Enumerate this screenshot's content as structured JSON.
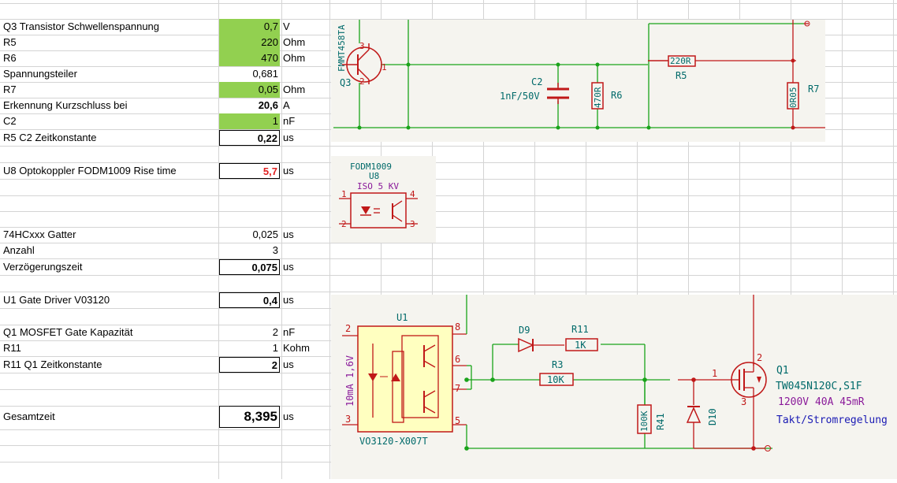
{
  "rows": [
    {
      "label": "Q3 Transistor Schwellenspannung",
      "value": "0,7",
      "unit": "V",
      "style": "green"
    },
    {
      "label": "R5",
      "value": "220",
      "unit": "Ohm",
      "style": "green"
    },
    {
      "label": "R6",
      "value": "470",
      "unit": "Ohm",
      "style": "green"
    },
    {
      "label": "Spannungsteiler",
      "value": "0,681",
      "unit": "",
      "style": "plain"
    },
    {
      "label": "R7",
      "value": "0,05",
      "unit": "Ohm",
      "style": "green"
    },
    {
      "label": "Erkennung Kurzschluss bei",
      "value": "20,6",
      "unit": "A",
      "style": "bold"
    },
    {
      "label": "C2",
      "value": "1",
      "unit": "nF",
      "style": "green"
    },
    {
      "label": "R5 C2 Zeitkonstante",
      "value": "0,22",
      "unit": "us",
      "style": "box"
    },
    {
      "label": "U8 Optokoppler FODM1009 Rise time",
      "value": "5,7",
      "unit": "us",
      "style": "box-red"
    },
    {
      "label": "74HCxxx Gatter",
      "value": "0,025",
      "unit": "us",
      "style": "plain"
    },
    {
      "label": "Anzahl",
      "value": "3",
      "unit": "",
      "style": "plain"
    },
    {
      "label": "Verzögerungszeit",
      "value": "0,075",
      "unit": "us",
      "style": "box"
    },
    {
      "label": "U1 Gate Driver V03120",
      "value": "0,4",
      "unit": "us",
      "style": "box"
    },
    {
      "label": "Q1 MOSFET Gate Kapazität",
      "value": "2",
      "unit": "nF",
      "style": "plain"
    },
    {
      "label": "R11",
      "value": "1",
      "unit": "Kohm",
      "style": "plain"
    },
    {
      "label": "R11 Q1 Zeitkonstante",
      "value": "2",
      "unit": "us",
      "style": "box"
    },
    {
      "label": "Gesamtzeit",
      "value": "8,395",
      "unit": "us",
      "style": "box-big"
    }
  ],
  "schematic_top": {
    "q3_ref": "Q3",
    "q3_part": "FMMT458TA",
    "pin3": "3",
    "pin2": "2",
    "pin1": "1",
    "c2_ref": "C2",
    "c2_val": "1nF/50V",
    "r6_ref": "R6",
    "r6_val": "470R",
    "r5_ref": "R5",
    "r5_val": "220R",
    "r7_ref": "R7",
    "r7_val": "0R05"
  },
  "schematic_opto": {
    "part": "FODM1009",
    "ref": "U8",
    "iso": "ISO 5 KV",
    "p1": "1",
    "p2": "2",
    "p3": "3",
    "p4": "4"
  },
  "schematic_driver": {
    "u1_ref": "U1",
    "u1_part": "VO3120-X007T",
    "u1_side": "10mA 1,6V",
    "p2": "2",
    "p3": "3",
    "p5": "5",
    "p6": "6",
    "p7": "7",
    "p8": "8",
    "d9": "D9",
    "r11": "R11",
    "r11_val": "1K",
    "r3": "R3",
    "r3_val": "10K",
    "r41": "R41",
    "r41_val": "100K",
    "d10": "D10",
    "q1_ref": "Q1",
    "q1_part": "TW045N120C,S1F",
    "q1_spec": "1200V 40A 45mR",
    "q1_note": "Takt/Stromregelung",
    "q1_p1": "1",
    "q1_p2": "2",
    "q1_p3": "3"
  },
  "colors": {
    "green_cell": "#92d050",
    "wire_green": "#1aa31a",
    "schem_red": "#c01818",
    "schem_teal": "#006a6a",
    "schem_purple": "#8a1a9a",
    "schem_blue": "#1a1ab4"
  }
}
